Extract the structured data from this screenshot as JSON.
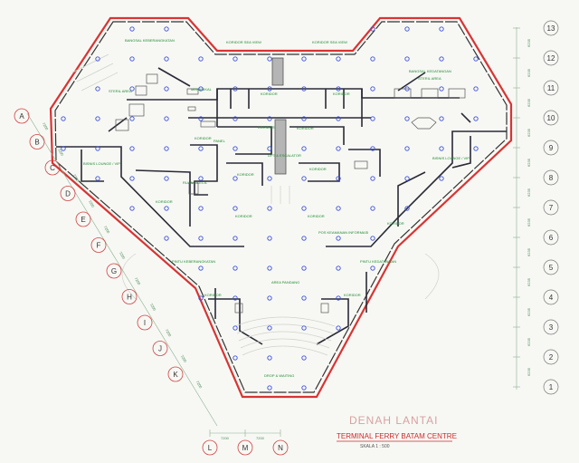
{
  "drawing": {
    "title_ghost": "DENAH LANTAI",
    "title": "TERMINAL FERRY BATAM CENTRE",
    "scale": "SKALA 1 : 500"
  },
  "grid_rows": [
    "13",
    "12",
    "11",
    "10",
    "9",
    "8",
    "7",
    "6",
    "5",
    "4",
    "3",
    "2",
    "1"
  ],
  "grid_cols": [
    "A",
    "B",
    "C",
    "D",
    "E",
    "F",
    "G",
    "H",
    "I",
    "J",
    "K",
    "L",
    "M",
    "N"
  ],
  "row_dims": [
    "6235",
    "6235",
    "6235",
    "6235",
    "6235",
    "6235",
    "6235",
    "6235",
    "6235",
    "6235",
    "6235",
    "6235"
  ],
  "col_dims": [
    "7200",
    "7200",
    "7200",
    "7200",
    "7200",
    "7200",
    "7200",
    "7200",
    "7200",
    "7200",
    "7200"
  ],
  "bottom_dims": [
    "7200",
    "7200"
  ],
  "room_labels": {
    "bangsal_kedatangan_left": "BANGSAL KEBERANGKATAN",
    "koridor_sea_view_1": "KORIDOR SEA VIEW",
    "koridor_sea_view_2": "KORIDOR SEA VIEW",
    "bangsal_kedatangan_right": "BANGSAL KEDATANGAN",
    "steril_area_left": "STERIL AREA",
    "steril_area_right": "STERIL AREA",
    "koridor_top": "KORIDOR",
    "koridor_top_right": "KORIDOR",
    "koridor_mid": "KORIDOR",
    "koridor_mid_right": "KORIDOR",
    "koridor_center": "KORIDOR",
    "koridor_left_upper": "KORIDOR",
    "koridor_center_low": "KORIDOR",
    "koridor_center_low2": "KORIDOR",
    "koridor_right_mid": "KORIDOR",
    "koridor_right_upper": "KORIDOR",
    "koridor_left_low": "KORIDOR",
    "koridor_right_low": "KORIDOR",
    "bisnis_lounge_left": "BISNIS LOUNGE / VIP",
    "bisnis_lounge_right": "BISNIS LOUNGE / VIP",
    "pintu_keberangkatan": "PINTU KEBERANGKATAN",
    "pintu_kedatangan": "PINTU KEDATANGAN",
    "pos_informasi": "POS KEAMANAN INFORMASI",
    "area_pandang": "AREA PANDANG",
    "ruang_tunggu": "DROP & WAITING",
    "lift_escalator": "LIFT & ESCALATOR",
    "panel": "PANEL",
    "mekanikal": "MEKANIKAL",
    "ruang_kecil": "RUANG KECIL"
  }
}
